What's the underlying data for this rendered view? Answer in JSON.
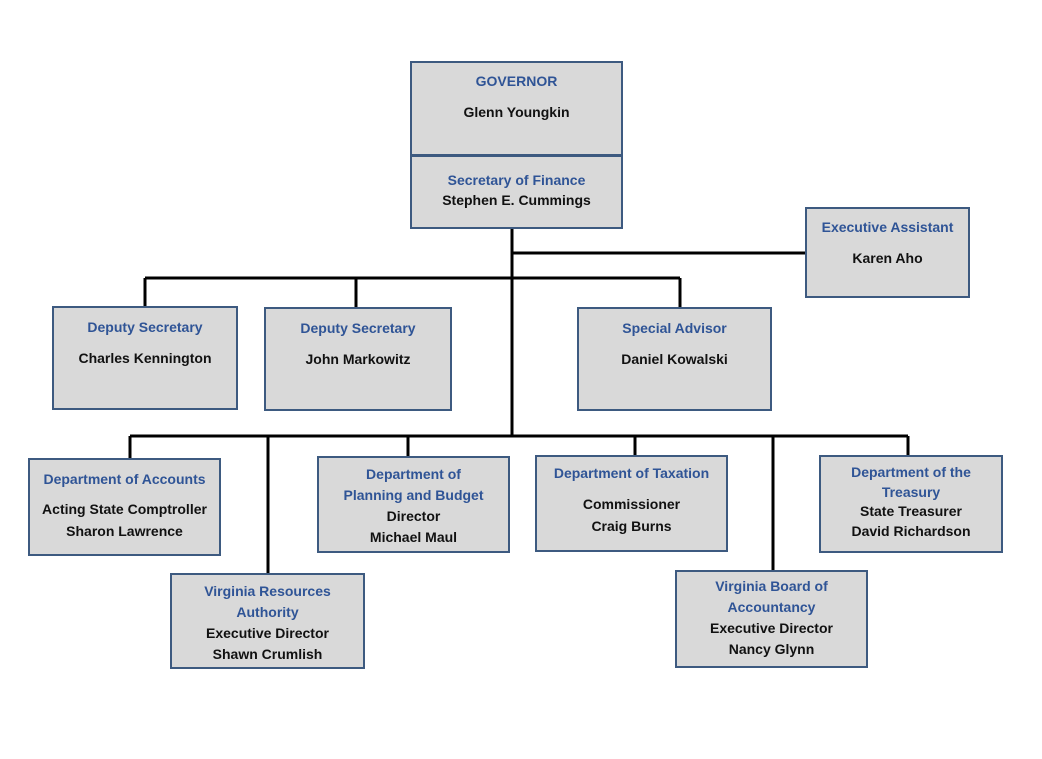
{
  "colors": {
    "title": "#2f5496",
    "border": "#3d5a80",
    "fill": "#d9d9d9",
    "text": "#111111",
    "line": "#000000"
  },
  "nodes": {
    "governor": {
      "title": "GOVERNOR",
      "name": "Glenn Youngkin"
    },
    "secretary": {
      "title": "Secretary of Finance",
      "name": "Stephen E. Cummings"
    },
    "executive_assistant": {
      "title": "Executive Assistant",
      "name": "Karen Aho"
    },
    "deputy_1": {
      "title": "Deputy Secretary",
      "name": "Charles Kennington"
    },
    "deputy_2": {
      "title": "Deputy Secretary",
      "name": "John Markowitz"
    },
    "special_advisor": {
      "title": "Special Advisor",
      "name": "Daniel Kowalski"
    },
    "accounts": {
      "title": "Department of Accounts",
      "role": "Acting State Comptroller",
      "name": "Sharon Lawrence"
    },
    "vra": {
      "title_1": "Virginia Resources",
      "title_2": "Authority",
      "role": "Executive Director",
      "name": "Shawn Crumlish"
    },
    "planning": {
      "title_1": "Department of",
      "title_2": "Planning and Budget",
      "role": "Director",
      "name": "Michael Maul"
    },
    "taxation": {
      "title": "Department of Taxation",
      "role": "Commissioner",
      "name": "Craig Burns"
    },
    "accountancy": {
      "title_1": "Virginia Board of",
      "title_2": "Accountancy",
      "role": "Executive Director",
      "name": "Nancy Glynn"
    },
    "treasury": {
      "title_1": "Department of the",
      "title_2": "Treasury",
      "role": "State Treasurer",
      "name": "David Richardson"
    }
  }
}
